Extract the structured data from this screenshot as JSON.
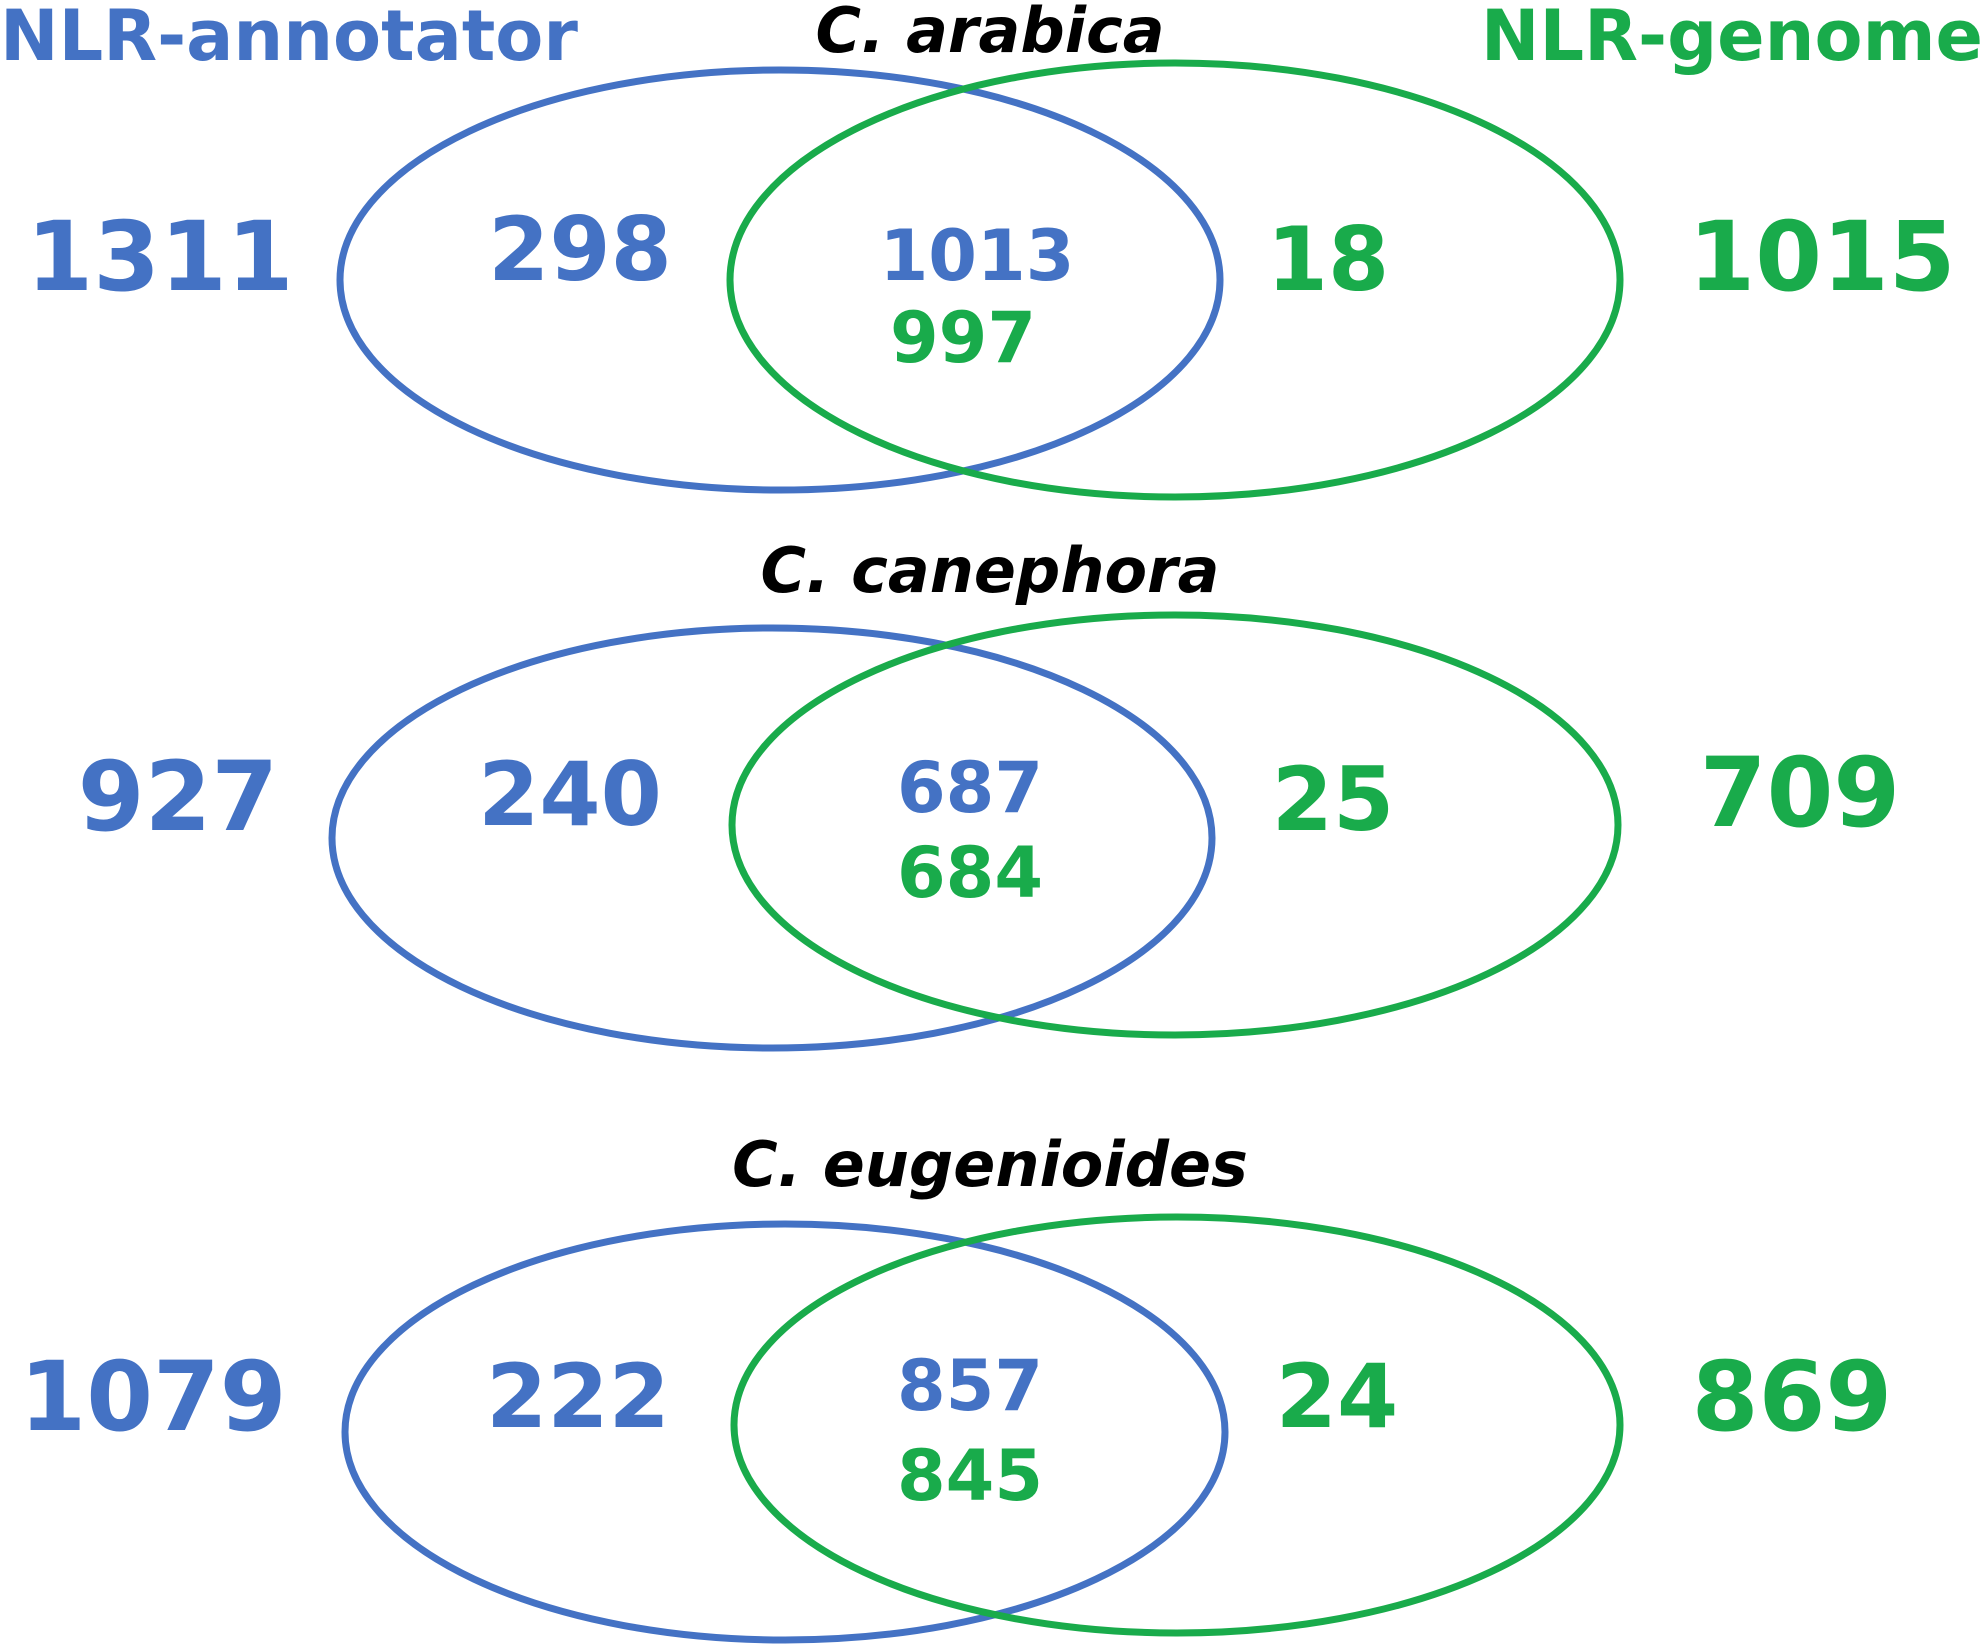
{
  "tools": {
    "left": {
      "name": "NLR-annotator",
      "color": "#4472C4"
    },
    "right": {
      "name": "NLR-genome",
      "color": "#19AB4B"
    }
  },
  "panels": [
    {
      "species": "C. arabica",
      "left_total": "1311",
      "left_only": "298",
      "overlap_left": "1013",
      "overlap_right": "997",
      "right_only": "18",
      "right_total": "1015"
    },
    {
      "species": "C. canephora",
      "left_total": "927",
      "left_only": "240",
      "overlap_left": "687",
      "overlap_right": "684",
      "right_only": "25",
      "right_total": "709"
    },
    {
      "species": "C. eugenioides",
      "left_total": "1079",
      "left_only": "222",
      "overlap_left": "857",
      "overlap_right": "845",
      "right_only": "24",
      "right_total": "869"
    }
  ]
}
